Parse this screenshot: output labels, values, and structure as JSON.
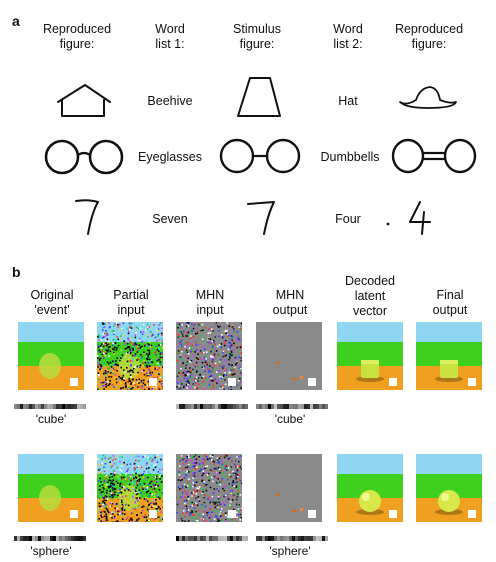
{
  "panel_a": {
    "label": "a",
    "headers": [
      "Reproduced\nfigure:",
      "Word\nlist 1:",
      "Stimulus\nfigure:",
      "Word\nlist 2:",
      "Reproduced\nfigure:"
    ],
    "rows": [
      {
        "word1": "Beehive",
        "word2": "Hat",
        "left_sketch": "beehive-sketch",
        "stimulus": "trapezoid-figure",
        "right_sketch": "hat-sketch"
      },
      {
        "word1": "Eyeglasses",
        "word2": "Dumbbells",
        "left_sketch": "eyeglasses-sketch",
        "stimulus": "two-circles-figure",
        "right_sketch": "dumbbells-sketch"
      },
      {
        "word1": "Seven",
        "word2": "Four",
        "left_sketch": "seven-sketch",
        "stimulus": "seven-like-figure",
        "right_sketch": "four-sketch"
      }
    ]
  },
  "panel_b": {
    "label": "b",
    "headers": [
      "Original\n'event'",
      "Partial\ninput",
      "MHN\ninput",
      "MHN\noutput",
      "Decoded\nlatent\nvector",
      "Final\noutput"
    ],
    "rows": [
      {
        "object": "cube",
        "left_caption": "'cube'",
        "mid_caption": "'cube'"
      },
      {
        "object": "sphere",
        "left_caption": "'sphere'",
        "mid_caption": "'sphere'"
      }
    ],
    "colors": {
      "sky": "#8fd6f2",
      "grass": "#3fd01f",
      "ground": "#f0a020",
      "grey": "#8a8a8a",
      "object": "#d8e84a"
    }
  }
}
